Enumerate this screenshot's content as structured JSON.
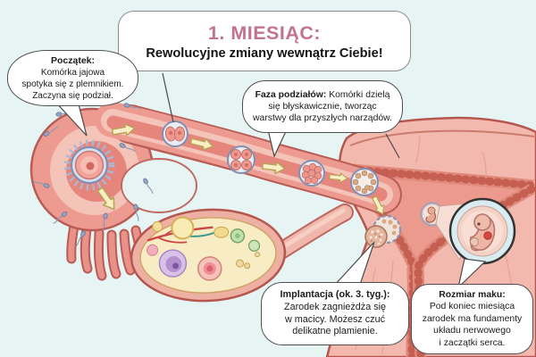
{
  "title": {
    "heading": "1. MIESIĄC:",
    "subheading": "Rewolucyjne zmiany wewnątrz Ciebie!"
  },
  "callouts": {
    "poczatek": {
      "heading": "Początek:",
      "lines": [
        "Komórka jajowa",
        "spotyka się z plemnikiem.",
        "Zaczyna się podział."
      ]
    },
    "faza": {
      "heading": "Faza podziałów:",
      "body": "Komórki dzielą się błyskawicznie, tworząc warstwy dla przyszłych narządów."
    },
    "implantacja": {
      "heading": "Implantacja (ok. 3. tyg.):",
      "lines": [
        "Zarodek zagnieżdża się",
        "w macicy. Możesz czuć",
        "delikatne plamienie."
      ]
    },
    "rozmiar": {
      "heading": "Rozmiar maku:",
      "lines": [
        "Pod koniec miesiąca",
        "zarodek ma fundamenty",
        "układu nerwowego",
        "i zaczątki serca."
      ]
    }
  },
  "illustration": {
    "stage_icons": [
      "fertilized-egg-icon",
      "two-cell-stage-icon",
      "four-cell-stage-icon",
      "morula-icon",
      "blastocyst-icon",
      "implantation-icon",
      "embryo-icon"
    ],
    "colors": {
      "background": "#e6f4f4",
      "title_accent": "#c2738f",
      "text": "#1b1b1b",
      "callout_bg": "#ffffff",
      "tube_fill": "#ed9a90",
      "tube_outline": "#b85c55",
      "tube_canal": "#e5857b",
      "tube_lining": "#f5c4b9",
      "arrow_fill": "#f8f0c4",
      "ovary_fill": "#f7ecc3",
      "uterus_wall": "#f4b9ae",
      "uterus_cavity": "#ec9a8d",
      "endometrium": "#c55f52",
      "cell_ring": "#8290b2",
      "heart": "#d6493f"
    }
  }
}
